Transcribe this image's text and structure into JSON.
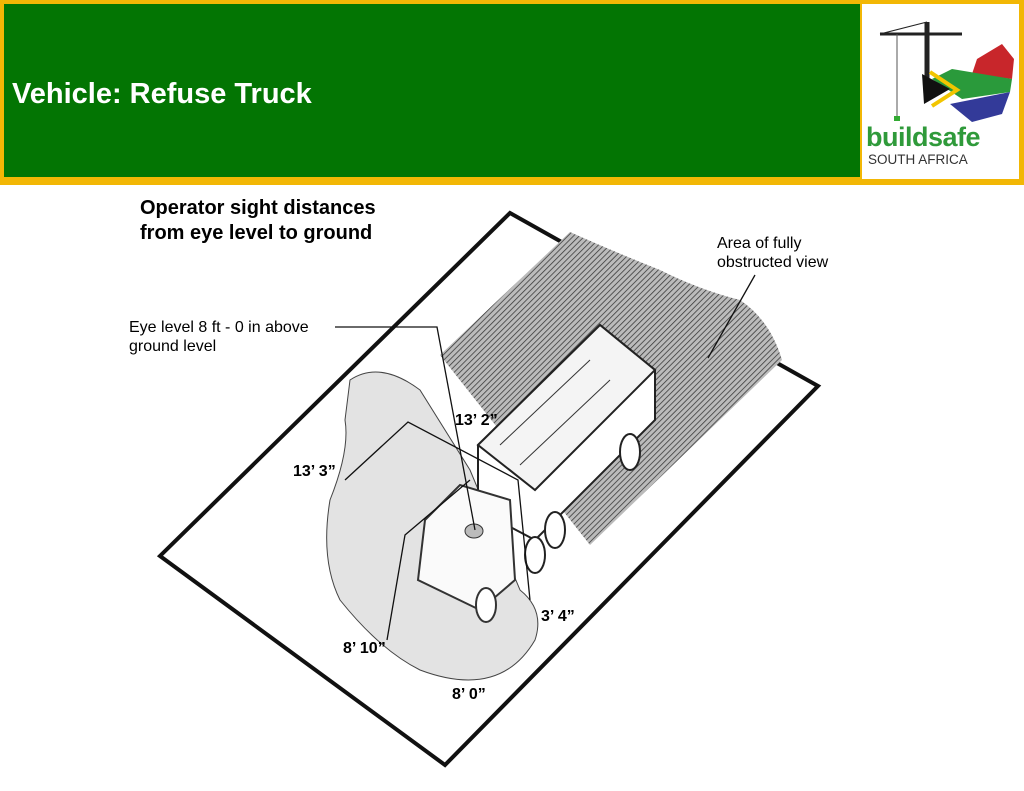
{
  "header": {
    "title": "Vehicle: Refuse Truck"
  },
  "logo": {
    "word": "buildsafe",
    "subtitle": "SOUTH AFRICA"
  },
  "diagram": {
    "heading_line1": "Operator sight distances",
    "heading_line2": "from  eye level to ground",
    "obstructed_label_line1": "Area of fully",
    "obstructed_label_line2": "obstructed view",
    "eye_level_line1": "Eye level 8 ft - 0 in above",
    "eye_level_line2": "ground level",
    "distances": {
      "front_left_far": "13’ 3”",
      "front_right_far": "13’ 2”",
      "right_side": "3’ 4”",
      "left_front": "8’ 10”",
      "front": "8’ 0”"
    }
  },
  "colors": {
    "green": "#037503",
    "gold": "#f2b705"
  }
}
